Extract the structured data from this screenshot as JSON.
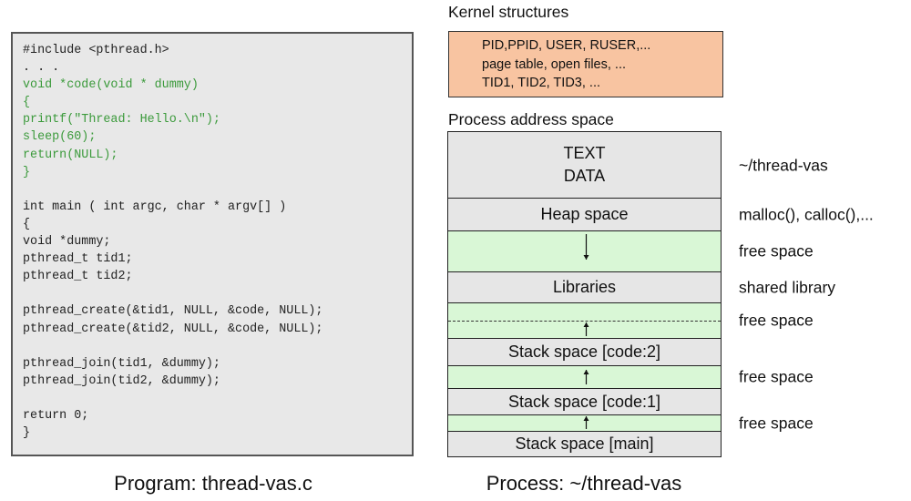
{
  "program": {
    "caption": "Program: thread-vas.c",
    "code_lines": [
      {
        "text": "#include <pthread.h>",
        "green": false
      },
      {
        "text": ". . .",
        "green": false
      },
      {
        "text": "void *code(void * dummy)",
        "green": true
      },
      {
        "text": "{",
        "green": true
      },
      {
        "text": "printf(\"Thread: Hello.\\n\");",
        "green": true
      },
      {
        "text": "sleep(60);",
        "green": true
      },
      {
        "text": "return(NULL);",
        "green": true
      },
      {
        "text": "}",
        "green": true
      },
      {
        "text": "",
        "green": false
      },
      {
        "text": "int main ( int argc, char * argv[] )",
        "green": false
      },
      {
        "text": "{",
        "green": false
      },
      {
        "text": "void *dummy;",
        "green": false
      },
      {
        "text": "pthread_t tid1;",
        "green": false
      },
      {
        "text": "pthread_t tid2;",
        "green": false
      },
      {
        "text": "",
        "green": false
      },
      {
        "text": "pthread_create(&tid1, NULL, &code, NULL);",
        "green": false
      },
      {
        "text": "pthread_create(&tid2, NULL, &code, NULL);",
        "green": false
      },
      {
        "text": "",
        "green": false
      },
      {
        "text": "pthread_join(tid1, &dummy);",
        "green": false
      },
      {
        "text": "pthread_join(tid2, &dummy);",
        "green": false
      },
      {
        "text": "",
        "green": false
      },
      {
        "text": "return 0;",
        "green": false
      },
      {
        "text": "}",
        "green": false
      }
    ]
  },
  "kernel": {
    "title": "Kernel structures",
    "lines": [
      "PID,PPID, USER, RUSER,...",
      "page table, open files, ...",
      "TID1, TID2, TID3, ..."
    ]
  },
  "process": {
    "title": "Process address space",
    "caption": "Process: ~/thread-vas",
    "segments": [
      {
        "id": "text-data",
        "label": "TEXT\nDATA",
        "kind": "grey"
      },
      {
        "id": "heap",
        "label": "Heap space",
        "kind": "grey"
      },
      {
        "id": "free-1",
        "label": "",
        "kind": "green"
      },
      {
        "id": "libraries",
        "label": "Libraries",
        "kind": "grey"
      },
      {
        "id": "free-2",
        "label": "",
        "kind": "green"
      },
      {
        "id": "stack-code-2",
        "label": "Stack space [code:2]",
        "kind": "grey"
      },
      {
        "id": "free-3",
        "label": "",
        "kind": "green"
      },
      {
        "id": "stack-code-1",
        "label": "Stack space [code:1]",
        "kind": "grey"
      },
      {
        "id": "free-4",
        "label": "",
        "kind": "green"
      },
      {
        "id": "stack-main",
        "label": "Stack space [main]",
        "kind": "grey"
      }
    ],
    "side_labels": [
      {
        "segment": "text-data",
        "text": "~/thread-vas"
      },
      {
        "segment": "heap",
        "text": "malloc(), calloc(),..."
      },
      {
        "segment": "free-1",
        "text": "free space"
      },
      {
        "segment": "libraries",
        "text": "shared library"
      },
      {
        "segment": "free-2",
        "text": "free space"
      },
      {
        "segment": "free-3",
        "text": "free space"
      },
      {
        "segment": "free-4",
        "text": "free space"
      }
    ],
    "arrows": [
      {
        "segment": "free-1",
        "direction": "down"
      },
      {
        "segment": "free-2",
        "direction": "up"
      },
      {
        "segment": "free-3",
        "direction": "up"
      },
      {
        "segment": "free-4",
        "direction": "up"
      }
    ],
    "colors": {
      "segment": "#e6e6e6",
      "free": "#d9f7d6",
      "kernel": "#f8c4a1",
      "code_green": "#3b9a3b"
    }
  }
}
